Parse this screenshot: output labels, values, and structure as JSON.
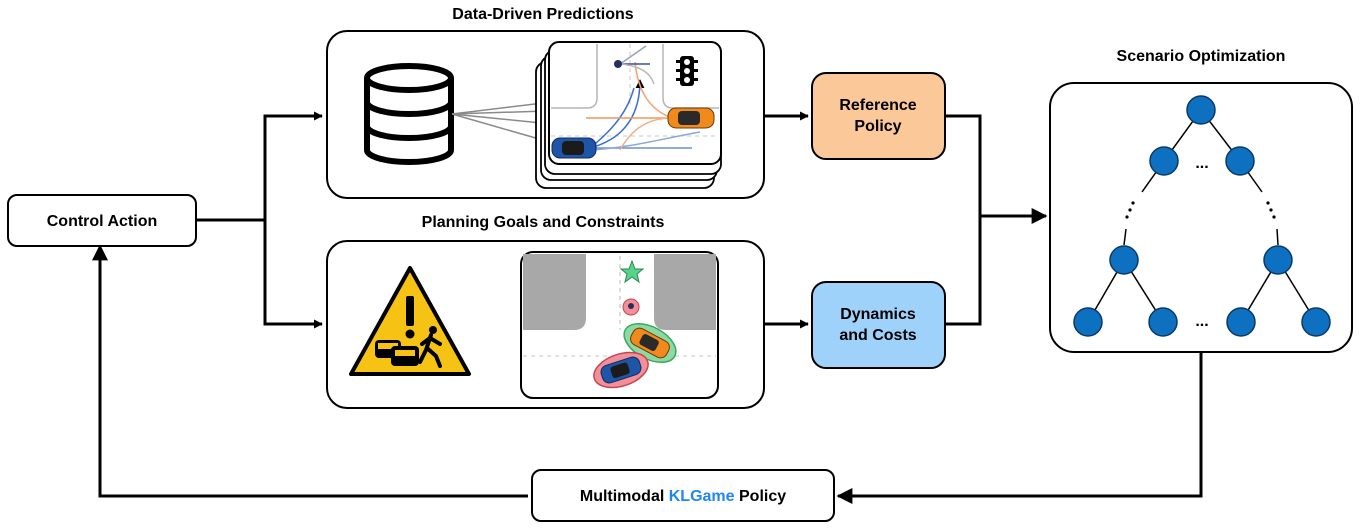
{
  "titles": {
    "data_driven": "Data-Driven Predictions",
    "planning": "Planning Goals and Constraints",
    "scenario": "Scenario Optimization"
  },
  "boxes": {
    "control_action": "Control Action",
    "reference_policy": [
      "Reference",
      "Policy"
    ],
    "dynamics_costs": [
      "Dynamics",
      "and Costs"
    ],
    "policy_prefix": "Multimodal ",
    "policy_highlight": "KLGame",
    "policy_suffix": " Policy"
  },
  "tree": {
    "ellipsis": "..."
  },
  "colors": {
    "reference_fill": "#fbc899",
    "dynamics_fill": "#9fd2fb",
    "node_fill": "#0e70c0",
    "highlight_text": "#1f86f5",
    "car_blue": "#1f55a8",
    "car_orange": "#f08a1c",
    "warning_yellow": "#f6c315"
  },
  "icons": [
    "database-icon",
    "traffic-light-icon",
    "warning-sign-icon",
    "goal-star-icon"
  ]
}
